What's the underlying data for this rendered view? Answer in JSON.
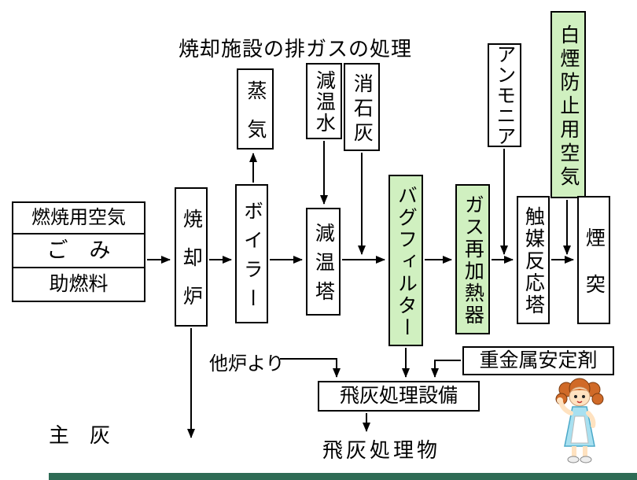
{
  "title": "焼却施設の排ガスの処理",
  "colors": {
    "highlight_green": "#d0f0c0",
    "box_border": "#000000",
    "bottom_bar_green": "#2e6b55"
  },
  "left_inputs": {
    "combustion_air": "燃焼用空気",
    "waste": "ご　み",
    "aux_fuel": "助燃料"
  },
  "main_flow": {
    "incinerator": "焼却炉",
    "boiler": "ボイラー",
    "cooling_tower": "減温塔",
    "bag_filter": "バグフィルター",
    "gas_reheater": "ガス再加熱器",
    "catalyst_tower": "触媒反応塔",
    "stack": "煙突"
  },
  "top_feeds": {
    "steam": "蒸気",
    "cooling_water": "減温水",
    "slaked_lime": "消石灰",
    "ammonia": "アンモニア",
    "white_smoke_prevention_air": "白煙防止用空気"
  },
  "bottom_section": {
    "from_other_furnaces": "他炉より",
    "main_ash": "主　灰",
    "heavy_metal_stabilizer": "重金属安定剤",
    "fly_ash_treatment_facility": "飛灰処理設備",
    "fly_ash_treated_product": "飛灰処理物"
  }
}
